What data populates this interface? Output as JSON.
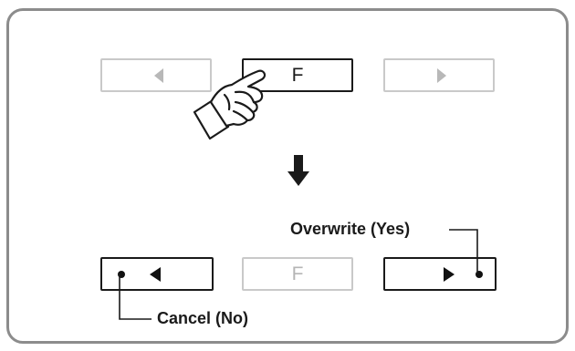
{
  "top_row": {
    "prev_label": "",
    "center_label": "F",
    "next_label": ""
  },
  "bottom_row": {
    "prev_label": "",
    "center_label": "F",
    "next_label": ""
  },
  "callouts": {
    "overwrite": "Overwrite (Yes)",
    "cancel": "Cancel (No)"
  },
  "icons": {
    "pointer": "pointing-hand-icon",
    "arrow": "arrow-down-icon"
  },
  "colors": {
    "frame": "#8c8c8c",
    "inactive": "#c9c9c9",
    "active": "#1a1a1a"
  }
}
